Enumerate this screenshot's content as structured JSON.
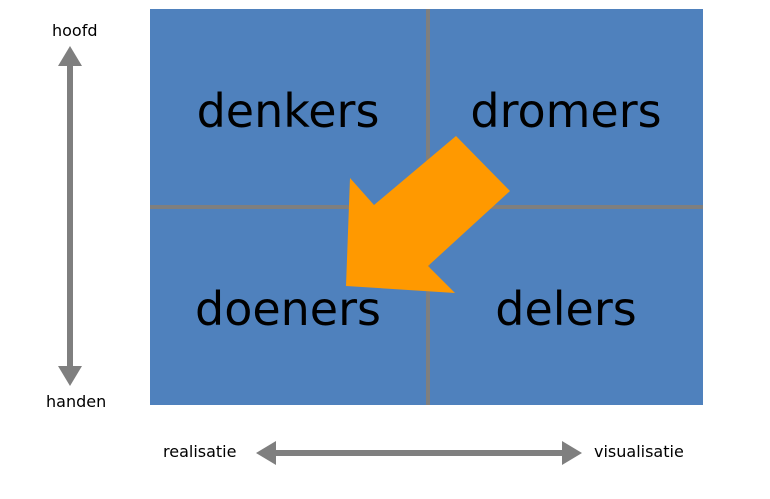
{
  "quadrants": {
    "top_left": "denkers",
    "top_right": "dromers",
    "bottom_left": "doeners",
    "bottom_right": "delers"
  },
  "vertical_axis": {
    "top_label": "hoofd",
    "bottom_label": "handen"
  },
  "horizontal_axis": {
    "left_label": "realisatie",
    "right_label": "visualisatie"
  },
  "colors": {
    "quadrant_fill": "#4f81bd",
    "divider": "#7f7f7f",
    "axis_arrow": "#7f7f7f",
    "highlight_arrow": "#ff9900"
  }
}
